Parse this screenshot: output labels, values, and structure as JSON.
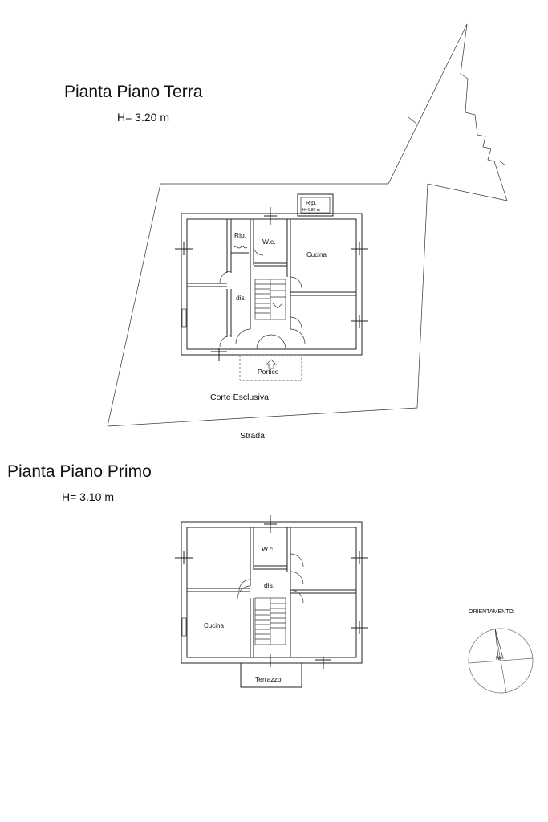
{
  "ground_floor": {
    "title": "Pianta Piano Terra",
    "height": "H= 3.20 m",
    "rooms": {
      "storage_outside": "Rip.",
      "storage_outside_note": "H=1,80 m",
      "storage": "Rip.",
      "wc": "W.c.",
      "kitchen": "Cucina",
      "hall": "dis.",
      "porch": "Portico"
    },
    "yard": "Corte Esclusiva",
    "road": "Strada"
  },
  "first_floor": {
    "title": "Pianta Piano Primo",
    "height": "H= 3.10 m",
    "rooms": {
      "wc": "W.c.",
      "hall": "dis.",
      "kitchen": "Cucina",
      "terrace": "Terrazzo"
    }
  },
  "orientation": {
    "label": "ORIENTAMENTO:",
    "north": "N"
  }
}
